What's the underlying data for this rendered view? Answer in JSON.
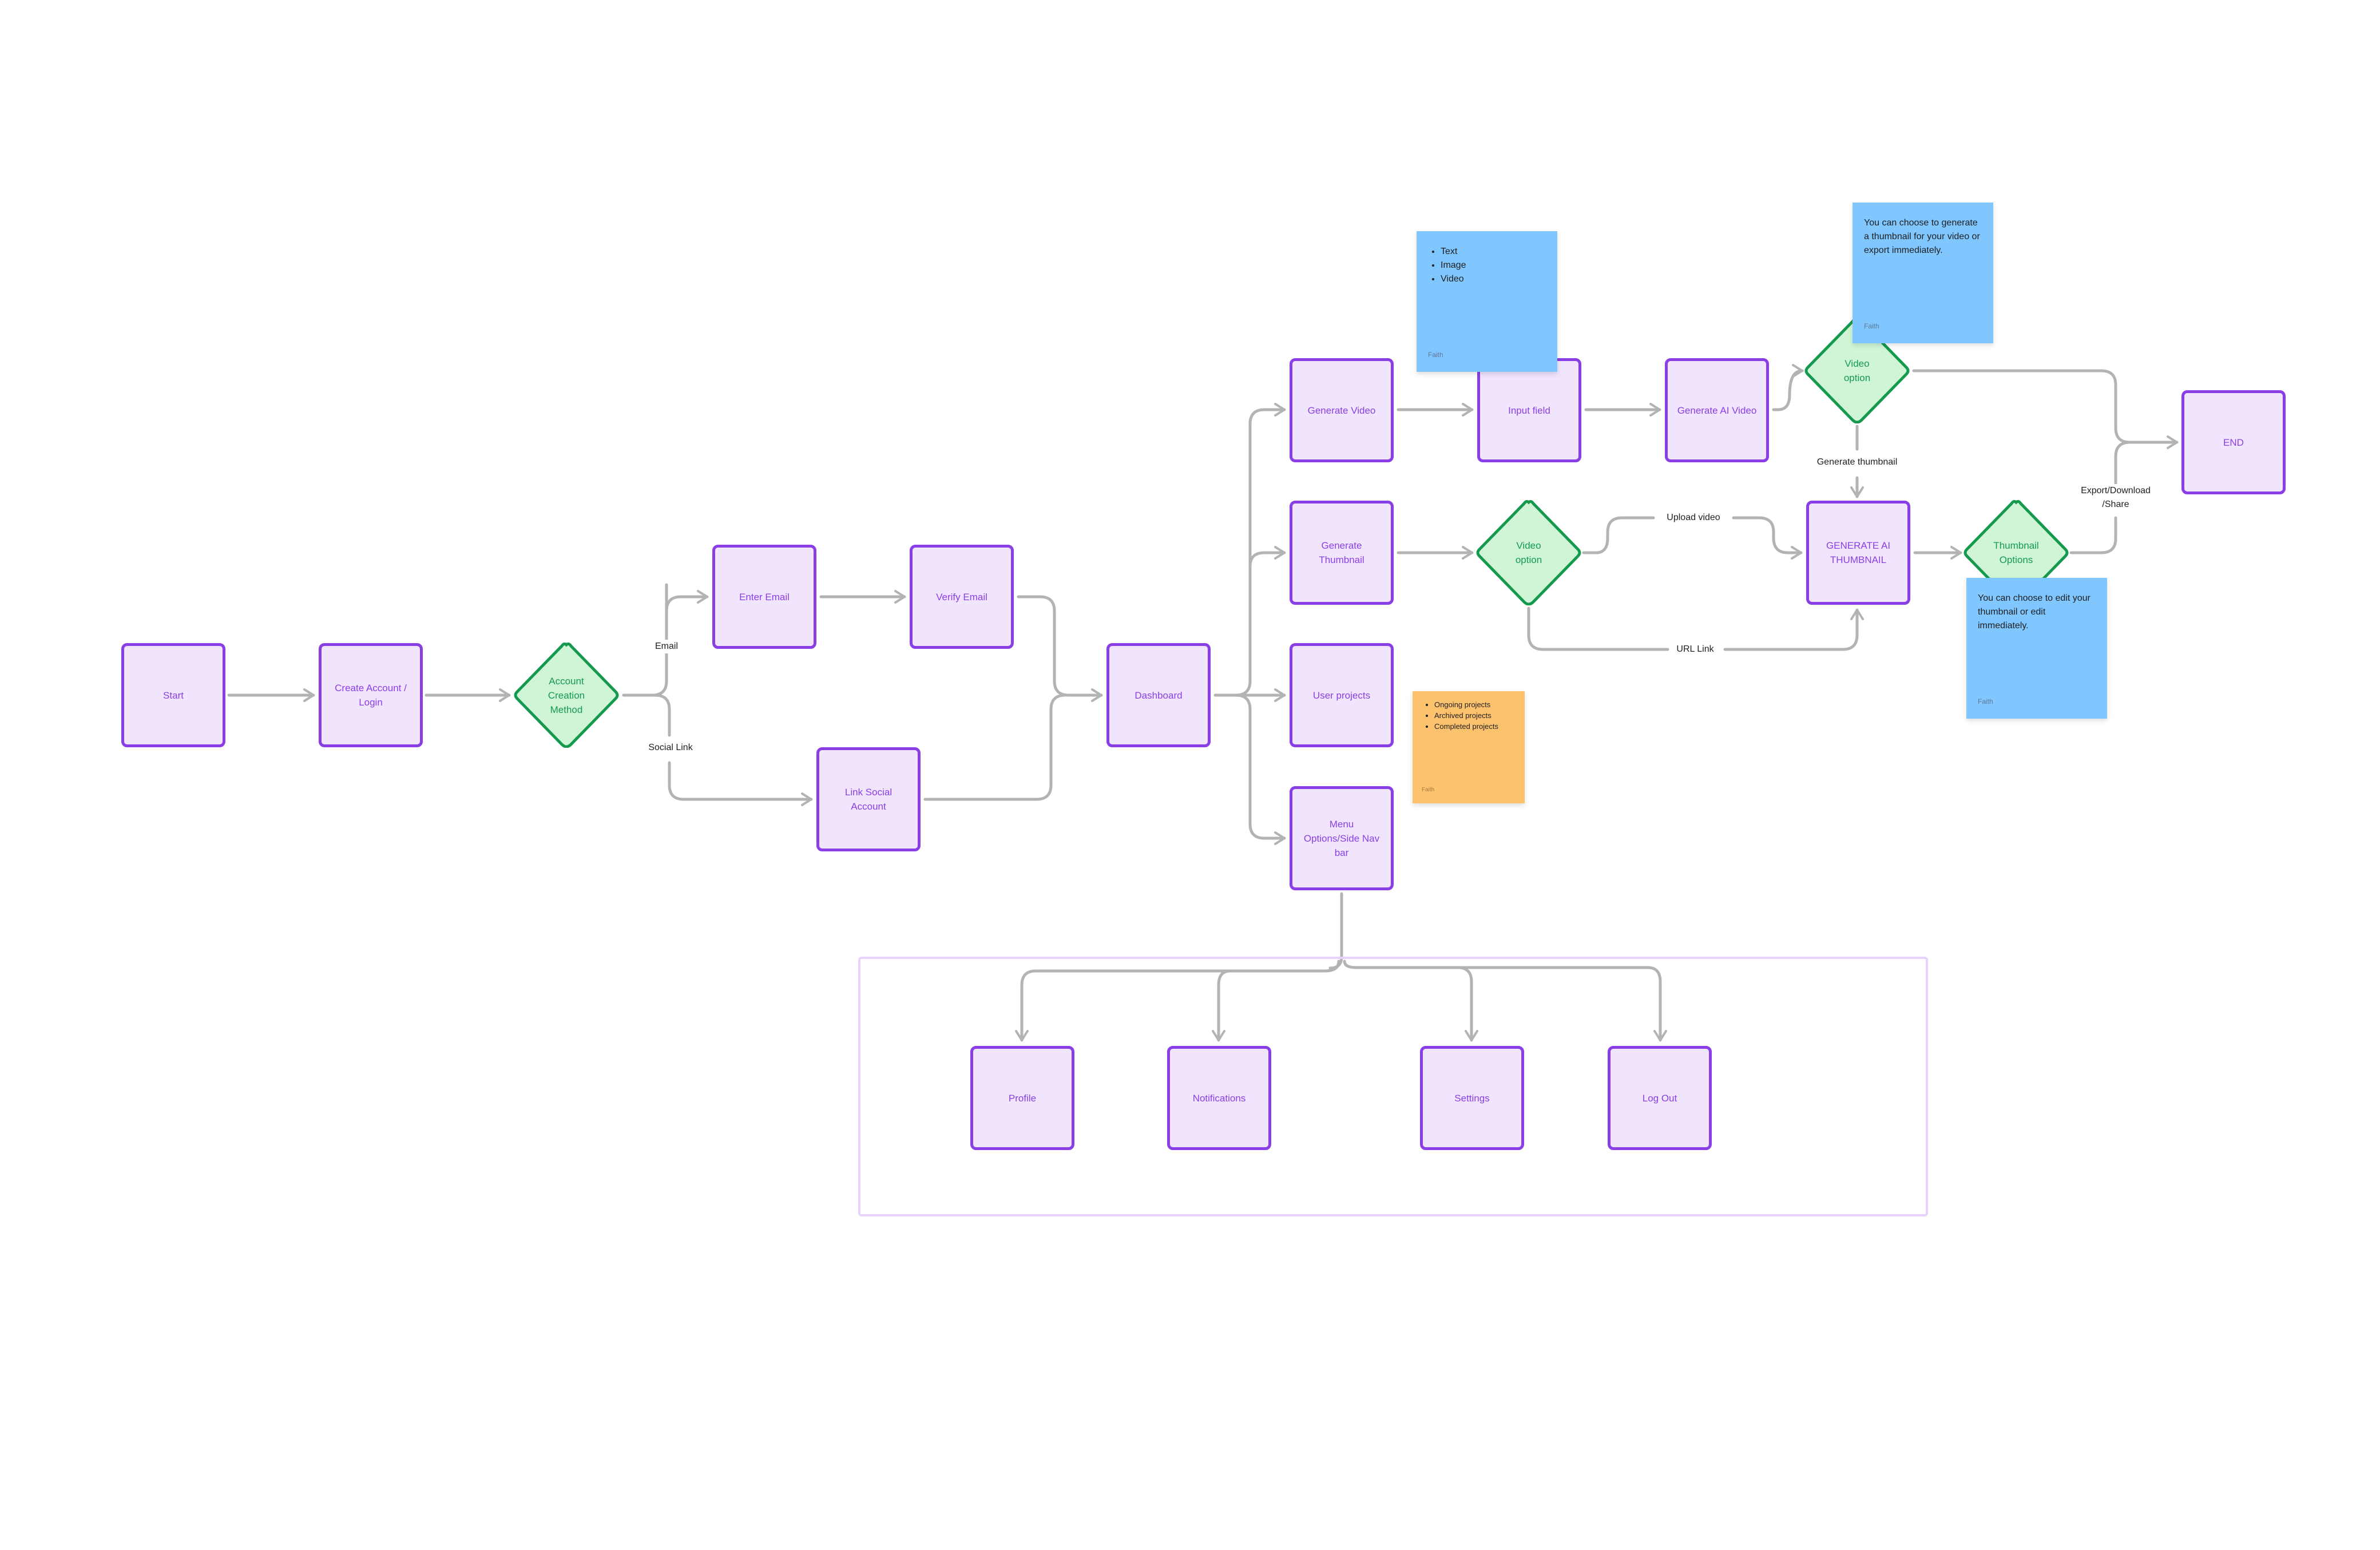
{
  "diagram": {
    "type": "user-flow",
    "colors": {
      "process_fill": "#f1e4fd",
      "process_stroke": "#8a3ee6",
      "decision_fill": "#cff5d6",
      "decision_stroke": "#14994f",
      "edge": "#b3b3b3",
      "sticky_blue": "#80c6ff",
      "sticky_orange": "#fdc26e",
      "section_border": "#e6d2fb"
    },
    "nodes": {
      "start": "Start",
      "create_account": "Create Account / Login",
      "account_creation_method": "Account\nCreation\nMethod",
      "enter_email": "Enter Email",
      "verify_email": "Verify Email",
      "link_social": "Link Social Account",
      "dashboard": "Dashboard",
      "generate_video": "Generate Video",
      "generate_thumbnail": "Generate Thumbnail",
      "user_projects": "User projects",
      "menu_options": "Menu Options/Side Nav bar",
      "input_field": "Input field",
      "generate_ai_video": "Generate AI Video",
      "video_option_top": "Video\noption",
      "generate_ai_thumbnail": "GENERATE AI THUMBNAIL",
      "video_option_mid": "Video\noption",
      "thumbnail_options": "Thumbnail\nOptions",
      "end": "END",
      "profile": "Profile",
      "notifications": "Notifications",
      "settings": "Settings",
      "log_out": "Log Out"
    },
    "edge_labels": {
      "email": "Email",
      "social_link": "Social Link",
      "generate_thumbnail": "Generate thumbnail",
      "upload_video": "Upload video",
      "url_link": "URL Link",
      "export": "Export/Download\n/Share"
    },
    "edges": [
      {
        "from": "start",
        "to": "create_account"
      },
      {
        "from": "create_account",
        "to": "account_creation_method"
      },
      {
        "from": "account_creation_method",
        "to": "enter_email",
        "label": "Email"
      },
      {
        "from": "account_creation_method",
        "to": "link_social",
        "label": "Social Link"
      },
      {
        "from": "enter_email",
        "to": "verify_email"
      },
      {
        "from": "verify_email",
        "to": "dashboard"
      },
      {
        "from": "link_social",
        "to": "dashboard"
      },
      {
        "from": "dashboard",
        "to": "generate_video"
      },
      {
        "from": "dashboard",
        "to": "generate_thumbnail"
      },
      {
        "from": "dashboard",
        "to": "user_projects"
      },
      {
        "from": "dashboard",
        "to": "menu_options"
      },
      {
        "from": "generate_video",
        "to": "input_field"
      },
      {
        "from": "input_field",
        "to": "generate_ai_video"
      },
      {
        "from": "generate_ai_video",
        "to": "video_option_top"
      },
      {
        "from": "video_option_top",
        "to": "generate_ai_thumbnail",
        "label": "Generate thumbnail"
      },
      {
        "from": "video_option_top",
        "to": "end"
      },
      {
        "from": "generate_thumbnail",
        "to": "video_option_mid"
      },
      {
        "from": "video_option_mid",
        "to": "generate_ai_thumbnail",
        "label": "Upload video"
      },
      {
        "from": "video_option_mid",
        "to": "generate_ai_thumbnail",
        "label": "URL Link"
      },
      {
        "from": "generate_ai_thumbnail",
        "to": "thumbnail_options"
      },
      {
        "from": "thumbnail_options",
        "to": "end",
        "label": "Export/Download /Share"
      },
      {
        "from": "menu_options",
        "to": "profile"
      },
      {
        "from": "menu_options",
        "to": "notifications"
      },
      {
        "from": "menu_options",
        "to": "settings"
      },
      {
        "from": "menu_options",
        "to": "log_out"
      }
    ],
    "stickies": {
      "input_types": {
        "items": [
          "Text",
          "Image",
          "Video"
        ],
        "author": "Faith"
      },
      "video_option_note": {
        "text": "You can choose to generate a thumbnail for your video or export immediately.",
        "author": "Faith"
      },
      "thumbnail_options_note": {
        "text": "You can choose to edit your thumbnail or edit immediately.",
        "author": "Faith"
      },
      "user_projects_note": {
        "items": [
          "Ongoing projects",
          "Archived projects",
          "Completed projects"
        ],
        "author": "Faith"
      }
    }
  }
}
